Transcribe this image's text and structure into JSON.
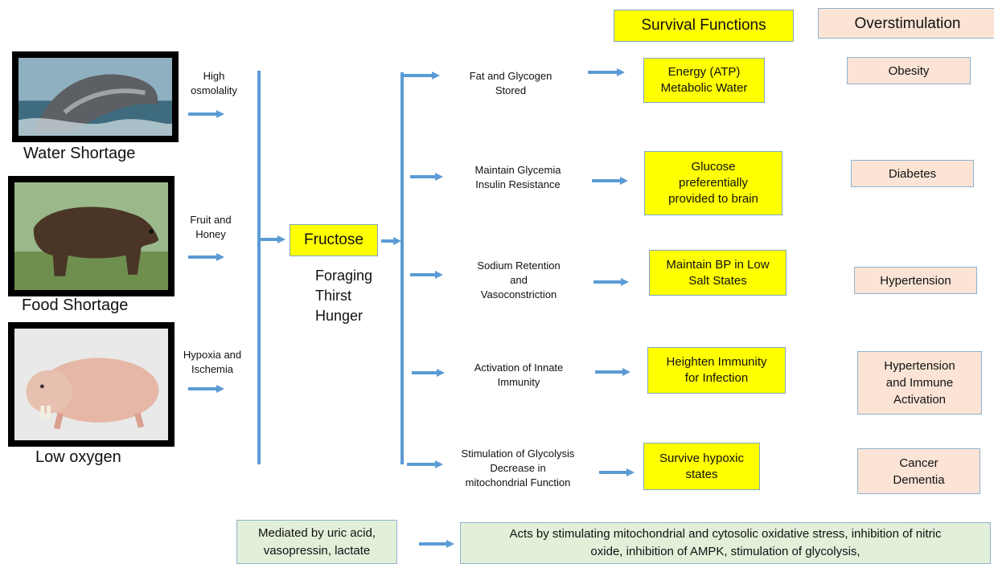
{
  "header": {
    "survival_title": "Survival Functions",
    "overstim_title": "Overstimulation"
  },
  "conditions": [
    {
      "caption": "Water Shortage",
      "cause": [
        "High",
        "osmolality"
      ],
      "image": "whale-image"
    },
    {
      "caption": "Food Shortage",
      "cause": [
        "Fruit and",
        "Honey"
      ],
      "image": "bear-image"
    },
    {
      "caption": "Low oxygen",
      "cause": [
        "Hypoxia and",
        "Ischemia"
      ],
      "image": "naked-mole-rat-image"
    }
  ],
  "center": {
    "label": "Fructose",
    "effects": [
      "Foraging",
      "Thirst",
      "Hunger"
    ]
  },
  "mechanisms": [
    [
      "Fat and Glycogen",
      "Stored"
    ],
    [
      "Maintain Glycemia",
      "Insulin Resistance"
    ],
    [
      "Sodium Retention",
      "and",
      "Vasoconstriction"
    ],
    [
      "Activation of Innate",
      "Immunity"
    ],
    [
      "Stimulation of Glycolysis",
      "Decrease in",
      "mitochondrial Function"
    ]
  ],
  "survival": [
    [
      "Energy (ATP)",
      "Metabolic Water"
    ],
    [
      "Glucose",
      "preferentially",
      "provided to brain"
    ],
    [
      "Maintain BP in Low",
      "Salt States"
    ],
    [
      "Heighten Immunity",
      "for Infection"
    ],
    [
      "Survive hypoxic",
      "states"
    ]
  ],
  "overstimulation": [
    [
      "Obesity"
    ],
    [
      "Diabetes"
    ],
    [
      "Hypertension"
    ],
    [
      "Hypertension",
      "and Immune",
      "Activation"
    ],
    [
      "Cancer",
      "Dementia"
    ]
  ],
  "footer": {
    "mediator": [
      "Mediated by uric acid,",
      "vasopressin, lactate"
    ],
    "action": [
      "Acts by stimulating mitochondrial and cytosolic oxidative stress, inhibition of nitric",
      "oxide, inhibition of AMPK, stimulation of glycolysis,"
    ]
  },
  "colors": {
    "arrow": "#5b9bd5",
    "survival_fill": "#ffff00",
    "overstim_fill": "#fbe4d5",
    "footer_fill": "#e2efd9"
  }
}
